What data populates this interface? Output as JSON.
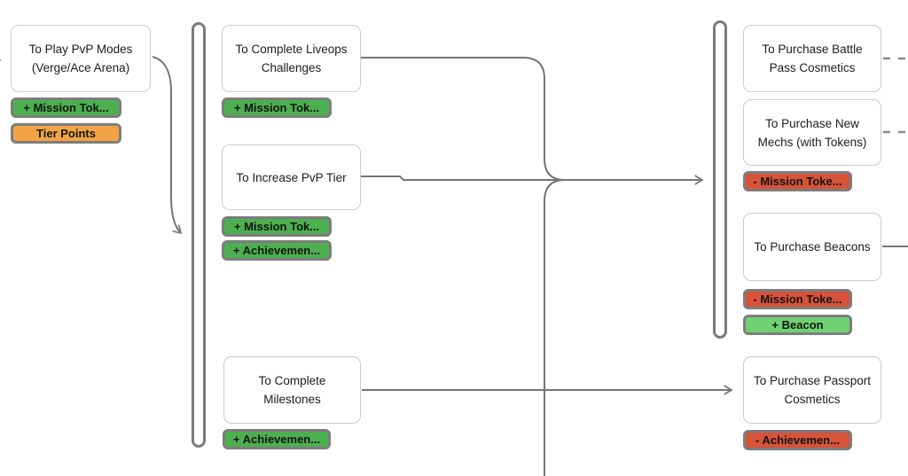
{
  "diagram": {
    "colors": {
      "bg": "#ffffff",
      "green": "#4caf50",
      "lightgreen": "#70d173",
      "orange": "#f2a444",
      "red": "#d75339",
      "tagBorder": "#7d7d7d",
      "boxBorder": "#cbcbcb",
      "barBorder": "#7b7b7b",
      "line": "#757575",
      "text": "#1c1c1c"
    },
    "nodes": {
      "play_pvp": {
        "line1": "To Play PvP Modes",
        "line2": "(Verge/Ace Arena)"
      },
      "liveops": {
        "line1": "To Complete Liveops",
        "line2": "Challenges"
      },
      "pvp_tier": {
        "line1": "To Increase PvP Tier"
      },
      "milestones": {
        "line1": "To Complete",
        "line2": "Milestones"
      },
      "battle_pass": {
        "line1": "To Purchase Battle",
        "line2": "Pass Cosmetics"
      },
      "new_mechs": {
        "line1": "To Purchase New",
        "line2": "Mechs (with Tokens)"
      },
      "beacons": {
        "line1": "To Purchase Beacons"
      },
      "passport": {
        "line1": "To Purchase Passport",
        "line2": "Cosmetics"
      }
    },
    "tags": {
      "play_pvp_mission": "+ Mission Tok...",
      "play_pvp_tier_points": "Tier Points",
      "liveops_mission": "+ Mission Tok...",
      "pvp_tier_mission": "+ Mission Tok...",
      "pvp_tier_achievement": "+ Achievemen...",
      "milestones_achievement": "+ Achievemen...",
      "new_mechs_mission": "- Mission Toke...",
      "beacons_mission": "- Mission Toke...",
      "beacons_beacon": "+ Beacon",
      "passport_achievement": "- Achievemen..."
    }
  }
}
